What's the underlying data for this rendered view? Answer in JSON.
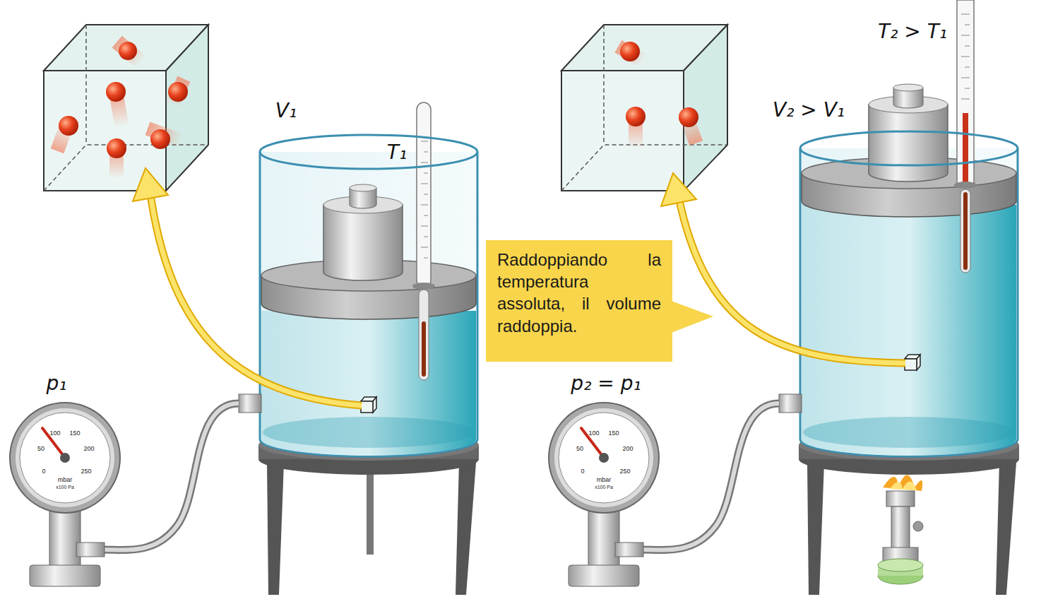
{
  "diagram": {
    "nodes": [
      {
        "text": [
          "Raddoppiando la temperatura assoluta, il volume raddoppia."
        ]
      }
    ],
    "labels": [
      "V₁",
      "T₁",
      "p₁",
      "100",
      "150",
      "50",
      "200",
      "0",
      "250",
      "mbar",
      "x100 Pa",
      "T₂ > T₁",
      "V₂ > V₁",
      "p₂ = p₁",
      "100",
      "150",
      "50",
      "200",
      "0",
      "250",
      "mbar",
      "x100 Pa"
    ]
  }
}
